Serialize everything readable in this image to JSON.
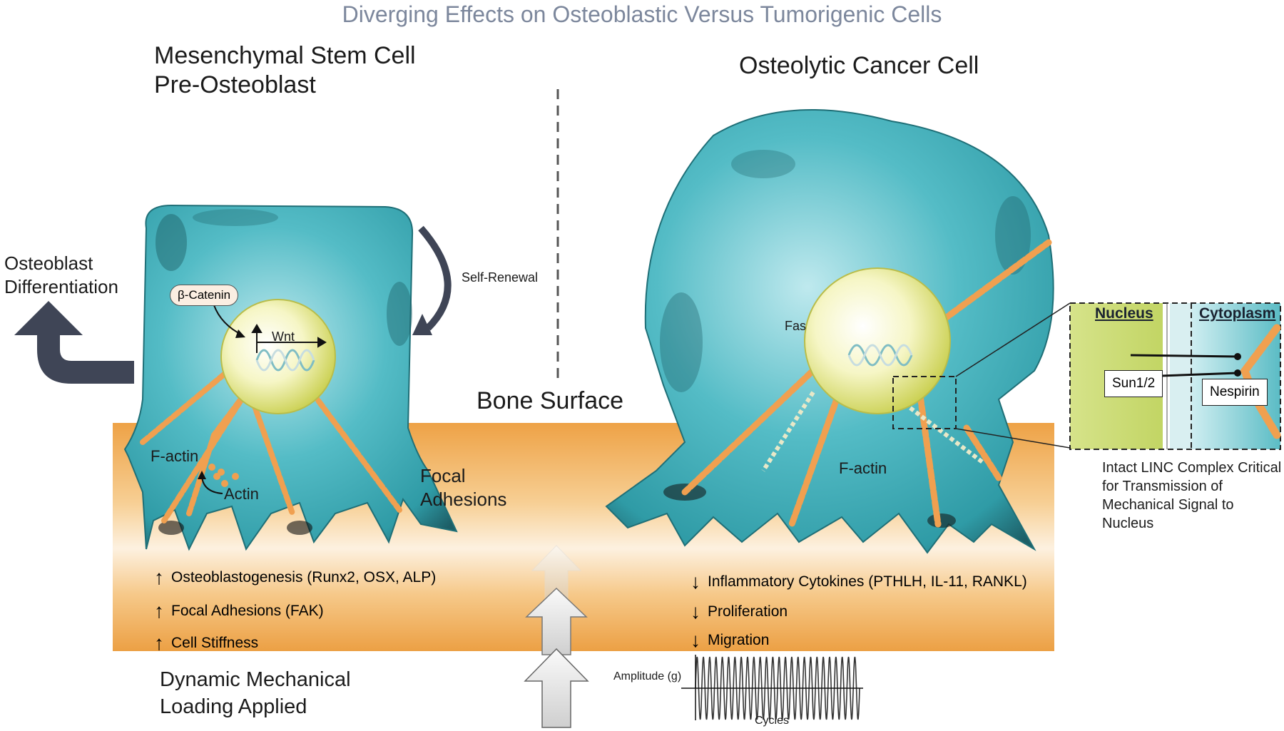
{
  "title": "Diverging Effects on Osteoblastic Versus Tumorigenic Cells",
  "left_cell": {
    "title_line1": "Mesenchymal Stem Cell",
    "title_line2": "Pre-Osteoblast",
    "differentiation_line1": "Osteoblast",
    "differentiation_line2": "Differentiation",
    "self_renewal": "Self-Renewal",
    "beta_catenin": "β-Catenin",
    "wnt": "Wnt",
    "f_actin": "F-actin",
    "actin": "Actin",
    "focal_adhesions_line1": "Focal",
    "focal_adhesions_line2": "Adhesions",
    "effects": [
      {
        "arrow": "↑",
        "text": "Osteoblastogenesis (Runx2, OSX, ALP)"
      },
      {
        "arrow": "↑",
        "text": "Focal Adhesions (FAK)"
      },
      {
        "arrow": "↑",
        "text": "Cell Stiffness"
      }
    ]
  },
  "right_cell": {
    "title": "Osteolytic Cancer Cell",
    "fas": "Fas",
    "f_actin": "F-actin",
    "effects": [
      {
        "arrow": "↓",
        "text": "Inflammatory Cytokines (PTHLH, IL-11, RANKL)"
      },
      {
        "arrow": "↓",
        "text": "Proliferation"
      },
      {
        "arrow": "↓",
        "text": "Migration"
      }
    ]
  },
  "bone_surface": "Bone Surface",
  "loading_line1": "Dynamic Mechanical",
  "loading_line2": "Loading Applied",
  "waveform": {
    "ylabel": "Amplitude (g)",
    "xlabel": "Cycles"
  },
  "inset": {
    "nucleus": "Nucleus",
    "cytoplasm": "Cytoplasm",
    "sun": "Sun1/2",
    "nespirin": "Nespirin",
    "caption": "Intact LINC Complex Critical for Transmission of Mechanical Signal to Nucleus"
  },
  "colors": {
    "cell": "#3aa9b2",
    "nucleus": "#eef0a0",
    "bone": "#f0a545",
    "actin": "#f0a050",
    "arrow_dark": "#3f4556",
    "title": "#7c879c"
  }
}
